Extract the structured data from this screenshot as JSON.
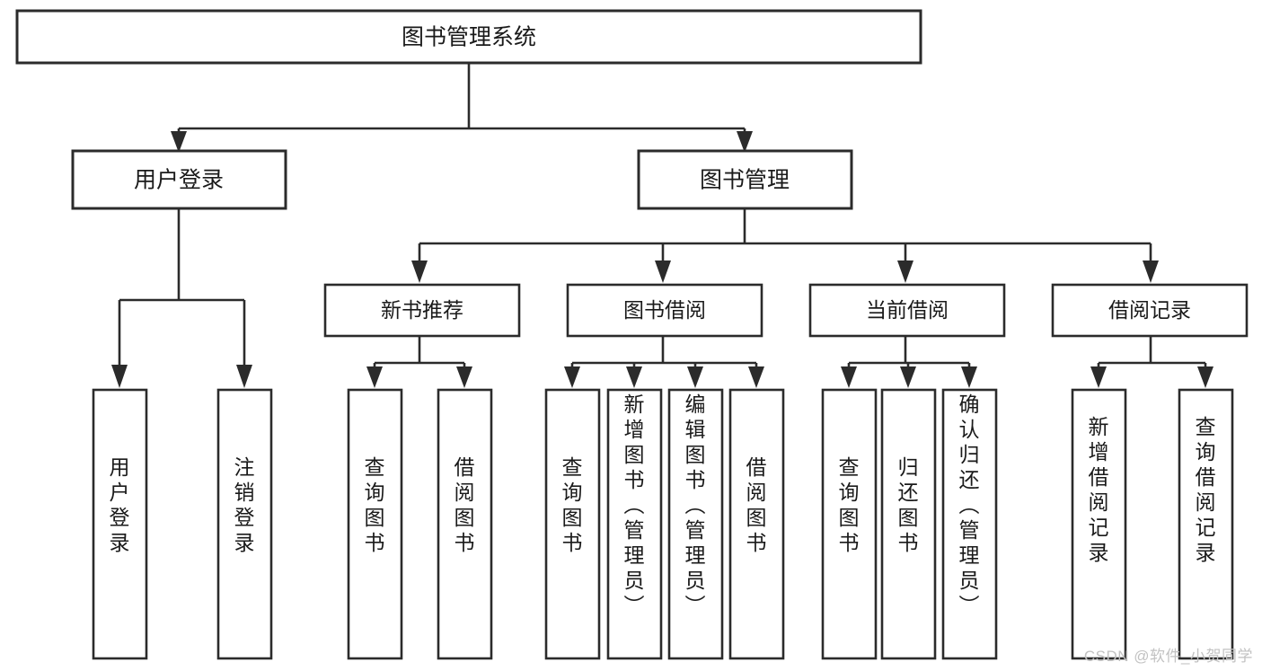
{
  "diagram": {
    "type": "tree",
    "title": "图书管理系统",
    "root": {
      "id": "root",
      "label": "图书管理系统"
    },
    "level1": [
      {
        "id": "user-login",
        "label": "用户登录"
      },
      {
        "id": "book-manage",
        "label": "图书管理"
      }
    ],
    "level2": [
      {
        "id": "new-book-recommend",
        "label": "新书推荐",
        "parent": "book-manage"
      },
      {
        "id": "book-borrow",
        "label": "图书借阅",
        "parent": "book-manage"
      },
      {
        "id": "current-borrow",
        "label": "当前借阅",
        "parent": "book-manage"
      },
      {
        "id": "borrow-record",
        "label": "借阅记录",
        "parent": "book-manage"
      }
    ],
    "leaves": [
      {
        "id": "leaf-user-login",
        "label": "用户登录",
        "parent": "user-login"
      },
      {
        "id": "leaf-logout",
        "label": "注销登录",
        "parent": "user-login"
      },
      {
        "id": "leaf-query-book-1",
        "label": "查询图书",
        "parent": "new-book-recommend"
      },
      {
        "id": "leaf-borrow-book-1",
        "label": "借阅图书",
        "parent": "new-book-recommend"
      },
      {
        "id": "leaf-query-book-2",
        "label": "查询图书",
        "parent": "book-borrow"
      },
      {
        "id": "leaf-add-book",
        "label": "新增图书（管理员）",
        "parent": "book-borrow"
      },
      {
        "id": "leaf-edit-book",
        "label": "编辑图书（管理员）",
        "parent": "book-borrow"
      },
      {
        "id": "leaf-borrow-book-2",
        "label": "借阅图书",
        "parent": "book-borrow"
      },
      {
        "id": "leaf-query-book-3",
        "label": "查询图书",
        "parent": "current-borrow"
      },
      {
        "id": "leaf-return-book",
        "label": "归还图书",
        "parent": "current-borrow"
      },
      {
        "id": "leaf-confirm-return",
        "label": "确认归还（管理员）",
        "parent": "current-borrow"
      },
      {
        "id": "leaf-add-record",
        "label": "新增借阅记录",
        "parent": "borrow-record"
      },
      {
        "id": "leaf-query-record",
        "label": "查询借阅记录",
        "parent": "borrow-record"
      }
    ],
    "colors": {
      "box_stroke": "#2b2b2b",
      "box_fill": "#ffffff",
      "text": "#1a1a1a",
      "background": "#ffffff",
      "watermark": "#c2c2c2"
    }
  },
  "watermark": {
    "text": "CSDN @软件_小贺同学"
  }
}
